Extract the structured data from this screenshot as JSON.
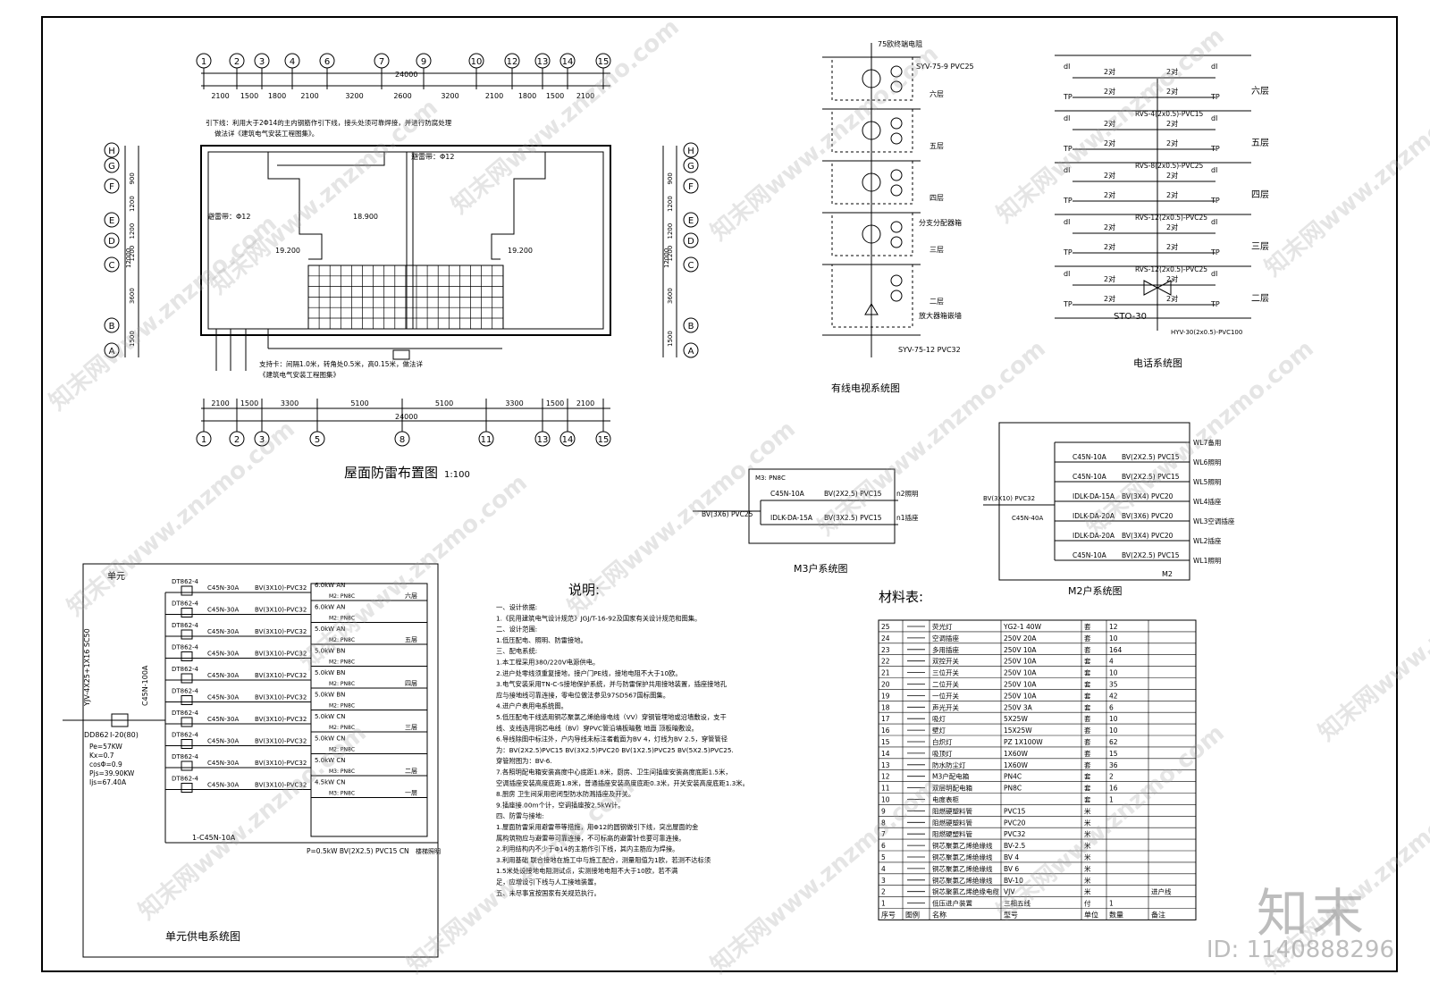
{
  "roof_plan": {
    "title": "屋面防雷布置图",
    "scale": "1:100",
    "axes_top": [
      "1",
      "2",
      "3",
      "4",
      "6",
      "7",
      "9",
      "10",
      "12",
      "13",
      "14",
      "15"
    ],
    "axes_bottom": [
      "1",
      "2",
      "3",
      "5",
      "8",
      "11",
      "13",
      "14",
      "15"
    ],
    "dims_top": [
      "2100",
      "1500",
      "1800",
      "2100",
      "3200",
      "2600",
      "3200",
      "2100",
      "1800",
      "1500",
      "2100"
    ],
    "dims_bottom": [
      "2100",
      "1500",
      "3300",
      "5100",
      "5100",
      "3300",
      "1500",
      "2100"
    ],
    "total": "24000",
    "axes_side": [
      "A",
      "B",
      "C",
      "D",
      "E",
      "F",
      "G",
      "H"
    ],
    "dims_side": [
      "1500",
      "3600",
      "1200",
      "1200",
      "1200",
      "900"
    ],
    "side_total": "12000",
    "note_down": "引下线：利用大于2Φ14的主内钢筋作引下线，接头处须可靠焊接，并进行防腐处理",
    "note_down2": "做法详《建筑电气安装工程图集》。",
    "note_belt1": "避雷带：Φ12",
    "note_belt2": "避雷带：Φ12",
    "note_support": "支持卡：间隔1.0米，转角处0.5米，高0.15米，做法详",
    "note_support2": "《建筑电气安装工程图集》",
    "elev1": "19.200",
    "elev2": "18.900",
    "elev3": "19.200"
  },
  "tv_system": {
    "title": "有线电视系统图",
    "top_label": "75欧终端电阻",
    "cable": "SYV-75-9 PVC25",
    "floors": [
      "六层",
      "五层",
      "四层",
      "三层",
      "二层"
    ],
    "box_label": "分支分配器箱",
    "amp_label": "放大器箱嵌墙",
    "bottom_cable": "SYV-75-12 PVC32"
  },
  "phone_system": {
    "title": "电话系统图",
    "floors": [
      "六层",
      "五层",
      "四层",
      "三层",
      "二层"
    ],
    "pairs": "2对",
    "cables": [
      "RVS-4(2x0.5)-PVC15",
      "RVS-8(2x0.5)-PVC25",
      "RVS-12(2x0.5)-PVC25",
      "RVS-12(2x0.5)-PVC25"
    ],
    "box": "STO-30",
    "incoming": "HYV-30(2x0.5)-PVC100",
    "dl": "dl",
    "tp": "TP"
  },
  "m3_system": {
    "title": "M3户系统图",
    "box": "M3: PN8C",
    "incoming": "BV(3X6) PVC25",
    "rows": [
      {
        "breaker": "C45N-10A",
        "wire": "BV(2X2.5) PVC15",
        "use": "n2照明"
      },
      {
        "breaker": "IDLK-DA-15A",
        "wire": "BV(3X2.5) PVC15",
        "use": "n1插座"
      }
    ]
  },
  "m2_system": {
    "title": "M2户系统图",
    "incoming": "BV(3X10) PVC32",
    "main": "C45N-40A",
    "box": "M2",
    "rows": [
      {
        "breaker": "",
        "wire": "",
        "use": "WL7备用"
      },
      {
        "breaker": "C45N-10A",
        "wire": "BV(2X2.5) PVC15",
        "use": "WL6照明"
      },
      {
        "breaker": "C45N-10A",
        "wire": "BV(2X2.5) PVC15",
        "use": "WL5照明"
      },
      {
        "breaker": "IDLK-DA-15A",
        "wire": "BV(3X4) PVC20",
        "use": "WL4插座"
      },
      {
        "breaker": "IDLK-DA-20A",
        "wire": "BV(3X6) PVC20",
        "use": "WL3空调插座"
      },
      {
        "breaker": "IDLK-DA-20A",
        "wire": "BV(3X4) PVC20",
        "use": "WL2插座"
      },
      {
        "breaker": "C45N-10A",
        "wire": "BV(2X2.5) PVC15",
        "use": "WL1照明"
      }
    ]
  },
  "unit_supply": {
    "title": "单元供电系统图",
    "unit": "单元",
    "incoming": "YJV-4X25+1X16 SC50",
    "meter": "DD862",
    "main": "I-20(80)",
    "main_breaker": "C45N-100A",
    "calc": [
      "Pe=57KW",
      "Kx=0.7",
      "cosΦ=0.9",
      "Pjs=39.90KW",
      "Ijs=67.40A"
    ],
    "rows": [
      {
        "meter": "DT862-4",
        "breaker": "C45N-30A",
        "wire": "BV(3X10)-PVC32",
        "load": "6.0kW AN",
        "box": "M2: PN8C",
        "floor": "六层"
      },
      {
        "meter": "DT862-4",
        "breaker": "C45N-30A",
        "wire": "BV(3X10)-PVC32",
        "load": "6.0kW AN",
        "box": "M2: PN8C",
        "floor": ""
      },
      {
        "meter": "DT862-4",
        "breaker": "C45N-30A",
        "wire": "BV(3X10)-PVC32",
        "load": "5.0kW AN",
        "box": "M2: PN8C",
        "floor": "五层"
      },
      {
        "meter": "DT862-4",
        "breaker": "C45N-30A",
        "wire": "BV(3X10)-PVC32",
        "load": "5.0kW BN",
        "box": "M2: PN8C",
        "floor": ""
      },
      {
        "meter": "DT862-4",
        "breaker": "C45N-30A",
        "wire": "BV(3X10)-PVC32",
        "load": "5.0kW BN",
        "box": "M2: PN8C",
        "floor": "四层"
      },
      {
        "meter": "DT862-4",
        "breaker": "C45N-30A",
        "wire": "BV(3X10)-PVC32",
        "load": "5.0kW BN",
        "box": "M2: PN8C",
        "floor": ""
      },
      {
        "meter": "DT862-4",
        "breaker": "C45N-30A",
        "wire": "BV(3X10)-PVC32",
        "load": "5.0kW CN",
        "box": "M2: PN8C",
        "floor": "三层"
      },
      {
        "meter": "DT862-4",
        "breaker": "C45N-30A",
        "wire": "BV(3X10)-PVC32",
        "load": "5.0kW CN",
        "box": "M2: PN8C",
        "floor": ""
      },
      {
        "meter": "DT862-4",
        "breaker": "C45N-30A",
        "wire": "BV(3X10)-PVC32",
        "load": "5.0kW CN",
        "box": "M3: PN8C",
        "floor": "二层"
      },
      {
        "meter": "DT862-4",
        "breaker": "C45N-30A",
        "wire": "BV(3X10)-PVC32",
        "load": "4.5kW CN",
        "box": "M3: PN8C",
        "floor": "一层"
      }
    ],
    "last_breaker": "1-C45N-10A",
    "last_wire": "P=0.5kW BV(2X2.5) PVC15 CN",
    "last_use": "楼梯照明"
  },
  "notes": {
    "title": "说明:",
    "lines": [
      "一、设计依据:",
      "  1.《民用建筑电气设计规范》JGJ/T-16-92及国家有关设计规范和图集。",
      "二、设计范围:",
      "  1.低压配电、照明、防雷接地。",
      "三、配电系统:",
      "  1.本工程采用380/220V电源供电。",
      "  2.进户处零线须重复接地，接户门PE线，接地电阻不大于10欧。",
      "  3.电气安装采用TN-C-S接地保护系统，并与防雷保护共用接地装置，插座接地孔",
      "    应与接地线可靠连接，零电位做法参见97SD567国标图集。",
      "  4.进户户表用电系统图。",
      "  5.低压配电干线选用铜芯聚氯乙烯绝缘电线（VV）穿钢管埋地或沿墙敷设，支干",
      "    线、支线选用铜芯电线（BV）穿PVC管沿墙板暗敷 地面 顶板暗敷设。",
      "  6.导线除图中标注外，户内导线未标注者截面为BV 4，灯线为BV 2.5，穿管管径",
      "    为：BV(2X2.5)PVC15 BV(3X2.5)PVC20 BV(1X2.5)PVC25 BV(5X2.5)PVC25.",
      "    穿管附图为：BV-6.",
      "  7.各照明配电箱安装高度中心底距1.8米，厨房、卫生间插座安装高度底距1.5米，",
      "    空调插座安装高度底距1.8米，普通插座安装高度底距0.3米，开关安装高度底距1.3米。",
      "  8.厨房 卫生间采用密闭型防水防溅插座及开关。",
      "  9.插座接.00m个计，空调插座按2.5kW计。",
      "四、防雷与接地:",
      "  1.屋面防雷采用避雷带等措施，用Φ12的圆钢做引下线，突出屋面的金",
      "    属构筑物应与避雷带可靠连接，不可标高的避雷针也要可靠连接。",
      "  2.利用结构内不少于Φ14的主筋作引下线，其内主筋应为焊接。",
      "  3.利用基础 联合接地在施工中与施工配合，测量阻值为1欧，若测不达标须",
      "    1.5米处设接地电阻测试点，实测接地电阻不大于10欧，若不满",
      "    足，应增设引下线与人工接地装置。",
      "五、未尽事宜按国家有关规范执行。"
    ]
  },
  "materials": {
    "title": "材料表:",
    "headers": [
      "序号",
      "图例",
      "名称",
      "型号",
      "单位",
      "数量",
      "备注"
    ],
    "rows": [
      [
        "25",
        "",
        "荧光灯",
        "YG2-1 40W",
        "套",
        "12",
        ""
      ],
      [
        "24",
        "",
        "空调插座",
        "250V 20A",
        "套",
        "10",
        ""
      ],
      [
        "23",
        "",
        "多用插座",
        "250V 10A",
        "套",
        "164",
        ""
      ],
      [
        "22",
        "",
        "双控开关",
        "250V 10A",
        "套",
        "4",
        ""
      ],
      [
        "21",
        "",
        "三位开关",
        "250V 10A",
        "套",
        "10",
        ""
      ],
      [
        "20",
        "",
        "二位开关",
        "250V 10A",
        "套",
        "35",
        ""
      ],
      [
        "19",
        "",
        "一位开关",
        "250V 10A",
        "套",
        "42",
        ""
      ],
      [
        "18",
        "",
        "声光开关",
        "250V 3A",
        "套",
        "6",
        ""
      ],
      [
        "17",
        "",
        "吸灯",
        "5X25W",
        "套",
        "10",
        ""
      ],
      [
        "16",
        "",
        "壁灯",
        "15X25W",
        "套",
        "10",
        ""
      ],
      [
        "15",
        "",
        "白炽灯",
        "PZ 1X100W",
        "套",
        "62",
        ""
      ],
      [
        "14",
        "",
        "吸顶灯",
        "1X60W",
        "套",
        "15",
        ""
      ],
      [
        "13",
        "",
        "防水防尘灯",
        "1X60W",
        "套",
        "36",
        ""
      ],
      [
        "12",
        "",
        "M3户配电箱",
        "PN4C",
        "套",
        "2",
        ""
      ],
      [
        "11",
        "",
        "双层明配电箱",
        "PN8C",
        "套",
        "16",
        ""
      ],
      [
        "10",
        "",
        "电度表柜",
        "",
        "套",
        "1",
        ""
      ],
      [
        "9",
        "",
        "阻燃硬塑料管",
        "PVC15",
        "米",
        "",
        ""
      ],
      [
        "8",
        "",
        "阻燃硬塑料管",
        "PVC20",
        "米",
        "",
        ""
      ],
      [
        "7",
        "",
        "阻燃硬塑料管",
        "PVC32",
        "米",
        "",
        ""
      ],
      [
        "6",
        "",
        "铜芯聚氯乙烯绝缘线",
        "BV-2.5",
        "米",
        "",
        ""
      ],
      [
        "5",
        "",
        "铜芯聚氯乙烯绝缘线",
        "BV 4",
        "米",
        "",
        ""
      ],
      [
        "4",
        "",
        "铜芯聚氯乙烯绝缘线",
        "BV 6",
        "米",
        "",
        ""
      ],
      [
        "3",
        "",
        "铜芯聚氯乙烯绝缘线",
        "BV-10",
        "米",
        "",
        ""
      ],
      [
        "2",
        "",
        "铜芯聚氯乙烯绝缘电缆",
        "VJV",
        "米",
        "",
        "进户线"
      ],
      [
        "1",
        "",
        "低压进户装置",
        "三相五线",
        "付",
        "1",
        ""
      ]
    ]
  },
  "watermark": {
    "text": "知末网www.znzmo.com",
    "brand": "知末",
    "id": "ID: 1140888296"
  }
}
